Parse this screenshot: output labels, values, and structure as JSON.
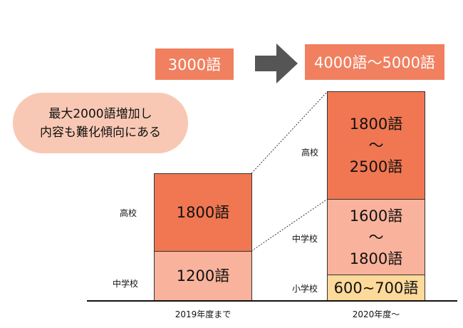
{
  "top": {
    "before_label": "3000語",
    "after_label": "4000語～5000語"
  },
  "callout": {
    "line1": "最大2000語増加し",
    "line2": "内容も難化傾向にある"
  },
  "before_column": {
    "axis_label": "2019年度まで",
    "high_school": {
      "side_label": "高校",
      "value": "1800語"
    },
    "middle_school": {
      "side_label": "中学校",
      "value": "1200語"
    }
  },
  "after_column": {
    "axis_label": "2020年度～",
    "high_school": {
      "side_label": "高校",
      "line1": "1800語",
      "line2": "～",
      "line3": "2500語"
    },
    "middle_school": {
      "side_label": "中学校",
      "line1": "1600語",
      "line2": "～",
      "line3": "1800語"
    },
    "elementary_school": {
      "side_label": "小学校",
      "value": "600~700語"
    }
  },
  "colors": {
    "accent": "#f0805f",
    "high_school": "#f07752",
    "middle_school": "#f9b29c",
    "elementary_school": "#fdd99a",
    "callout": "#f9c8b4",
    "arrow": "#555555"
  }
}
